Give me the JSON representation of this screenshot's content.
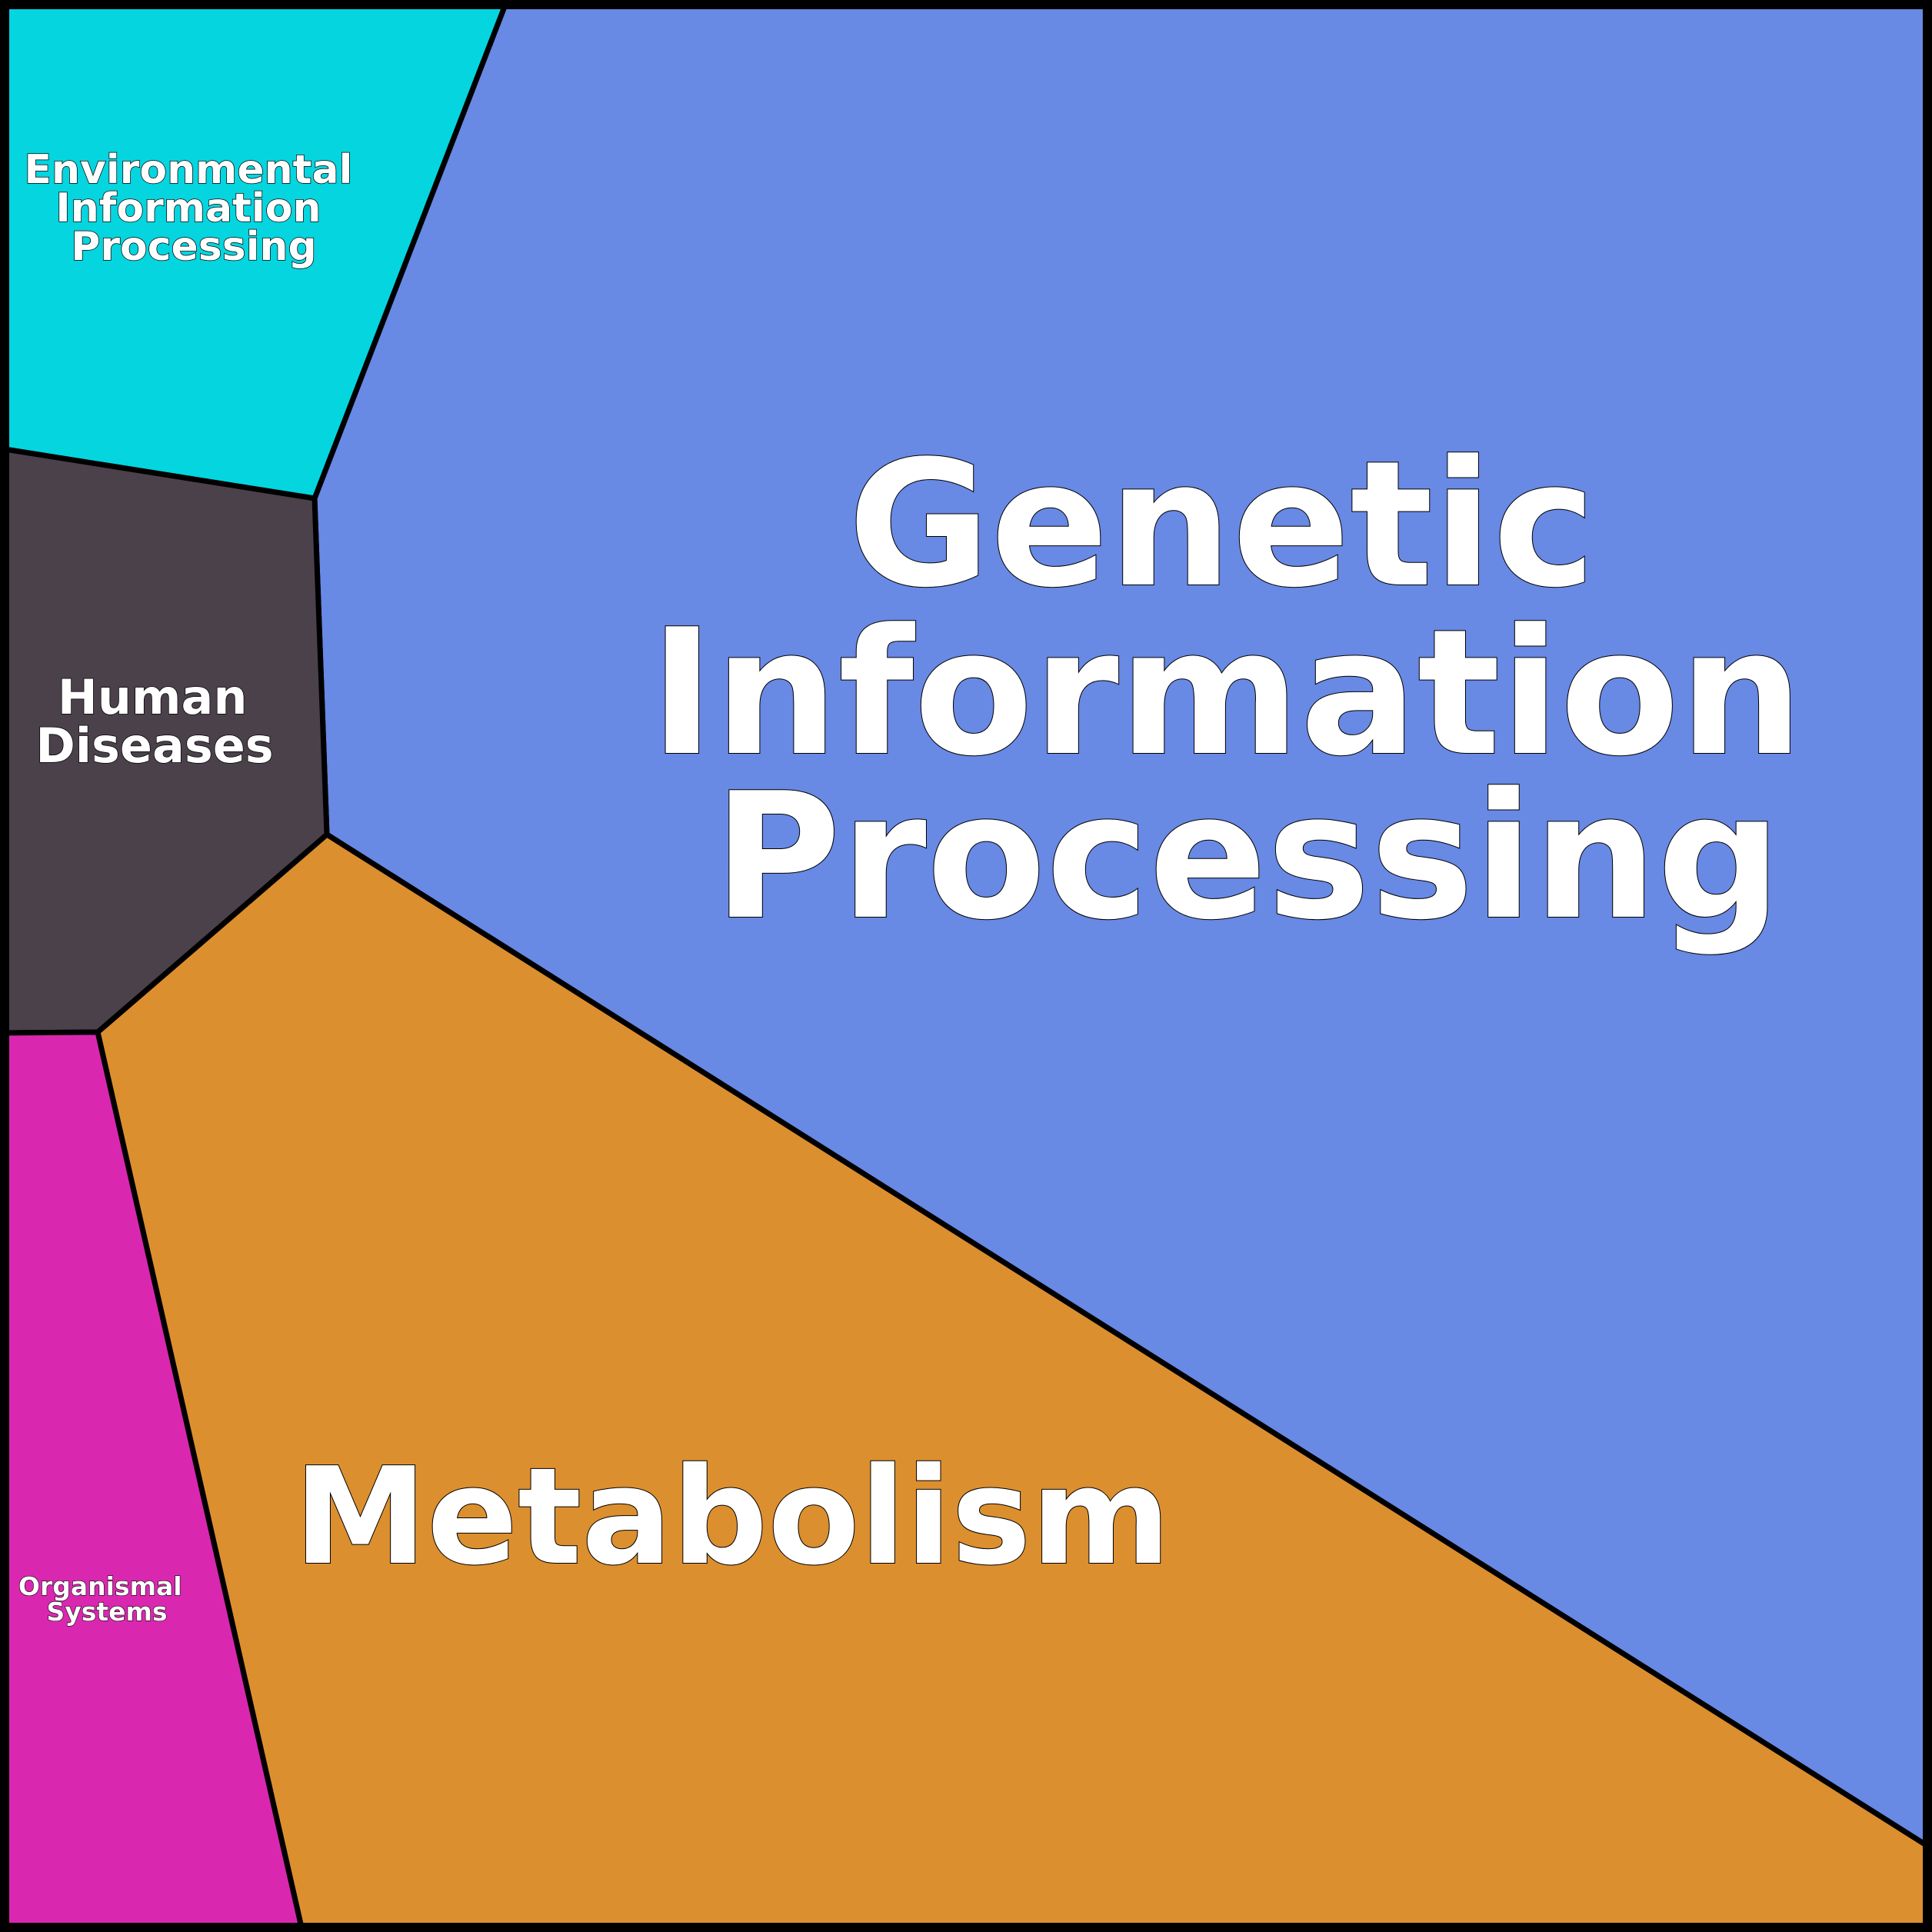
{
  "diagram": {
    "type": "voronoi-treemap",
    "regions": [
      {
        "id": "genetic",
        "label_lines": [
          "Genetic",
          "Information",
          "Processing"
        ],
        "color": "#6889E4"
      },
      {
        "id": "metabolism",
        "label_lines": [
          "Metabolism"
        ],
        "color": "#DC8F2F"
      },
      {
        "id": "environmental",
        "label_lines": [
          "Environmental",
          "Information",
          "Processing"
        ],
        "color": "#05D5DF"
      },
      {
        "id": "human_diseases",
        "label_lines": [
          "Human",
          "Diseases"
        ],
        "color": "#4A414A"
      },
      {
        "id": "organismal",
        "label_lines": [
          "Organismal",
          "Systems"
        ],
        "color": "#DA27B0"
      }
    ],
    "border_color": "#000000",
    "label_color": "#FFFFFF"
  }
}
